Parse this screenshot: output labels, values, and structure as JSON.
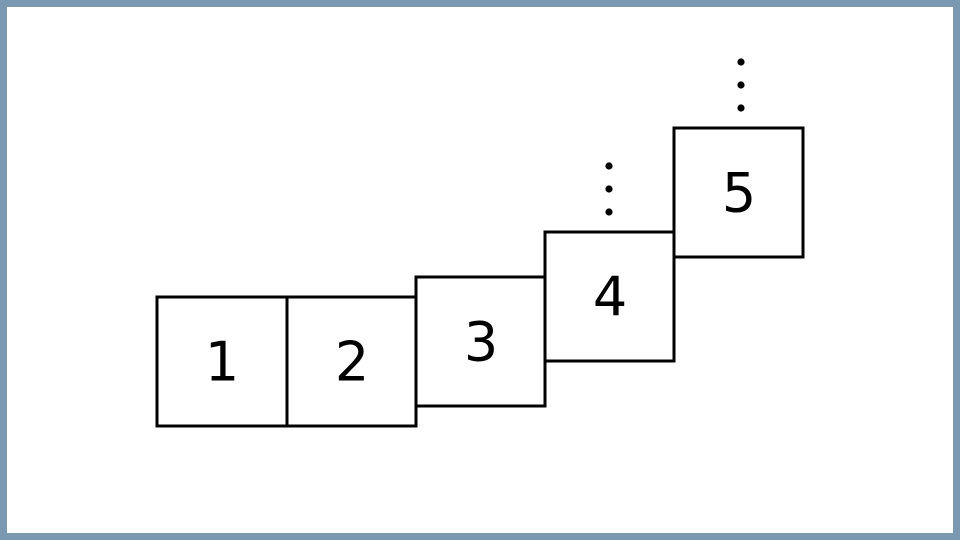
{
  "diagram": {
    "boxes": [
      {
        "label": "1"
      },
      {
        "label": "2"
      },
      {
        "label": "3"
      },
      {
        "label": "4"
      },
      {
        "label": "5"
      }
    ],
    "continuation": "⋮",
    "colors": {
      "frame": "#7a99b1",
      "stroke": "#000000",
      "fill": "#ffffff"
    }
  }
}
